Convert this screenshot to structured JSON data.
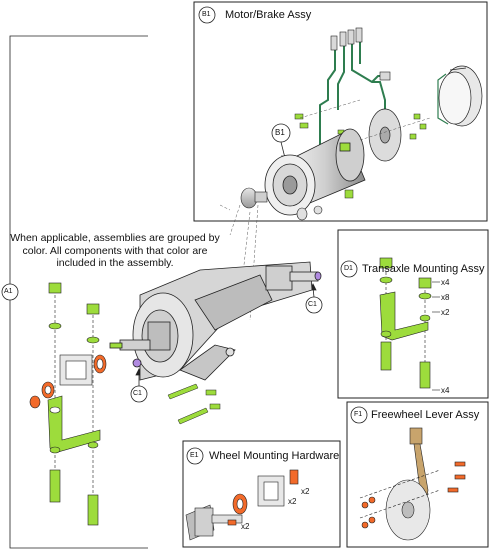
{
  "boxes": {
    "b1": {
      "badge": "B1",
      "title": "Motor/Brake Assy"
    },
    "d1": {
      "badge": "D1",
      "title": "Transaxle Mounting Assy"
    },
    "e1": {
      "badge": "E1",
      "title": "Wheel Mounting Hardware"
    },
    "f1": {
      "badge": "F1",
      "title": "Freewheel Lever Assy"
    }
  },
  "callouts": {
    "a1": "A1",
    "b1_inner": "B1",
    "c1_left": "C1",
    "c1_right": "C1"
  },
  "note": "When applicable, assemblies are grouped by color. All components with that color are included in the assembly.",
  "quantities": {
    "d1_x4_top": "x4",
    "d1_x8": "x8",
    "d1_x2": "x2",
    "d1_x4_bottom": "x4",
    "e1_x2_washer": "x2",
    "e1_x2_block": "x2",
    "e1_x2_bolt": "x2"
  },
  "colors": {
    "green": "#9ddc3c",
    "orange": "#f26a2a",
    "purple": "#b08ae0",
    "tan": "#c8a46c",
    "line": "#222222"
  }
}
